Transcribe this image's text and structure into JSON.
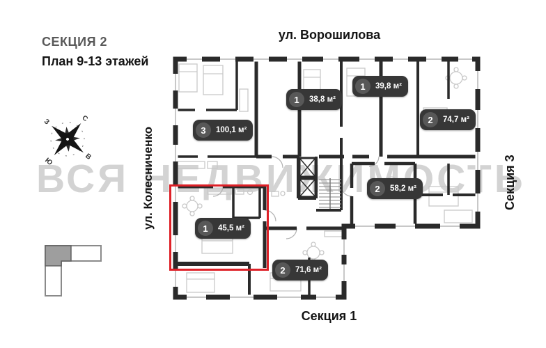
{
  "header": {
    "title": "СЕКЦИЯ 2",
    "subtitle": "План 9-13 этажей"
  },
  "labels": {
    "street_top": "ул. Ворошилова",
    "street_left": "ул. Колесниченко",
    "section_right": "Секция 3",
    "section_bottom": "Секция 1"
  },
  "compass": {
    "north": "С",
    "east": "В",
    "south": "Ю",
    "west": "З"
  },
  "watermark": "ВСЯ НЕДВИЖИМОСТЬ",
  "apartments": [
    {
      "rooms": "3",
      "area": "100,1 м²",
      "highlighted": false
    },
    {
      "rooms": "1",
      "area": "38,8 м²",
      "highlighted": false
    },
    {
      "rooms": "1",
      "area": "39,8 м²",
      "highlighted": false
    },
    {
      "rooms": "2",
      "area": "74,7 м²",
      "highlighted": false
    },
    {
      "rooms": "2",
      "area": "58,2 м²",
      "highlighted": false
    },
    {
      "rooms": "1",
      "area": "45,5 м²",
      "highlighted": true
    },
    {
      "rooms": "2",
      "area": "71,6 м²",
      "highlighted": false
    }
  ],
  "colors": {
    "badge_bg": "#373737",
    "badge_circle": "#585858",
    "highlight_red": "#de2128",
    "wall": "#2a2a2a",
    "watermark_gray": "#d3d3d3",
    "minimap_marker": "#9e9e9e"
  }
}
